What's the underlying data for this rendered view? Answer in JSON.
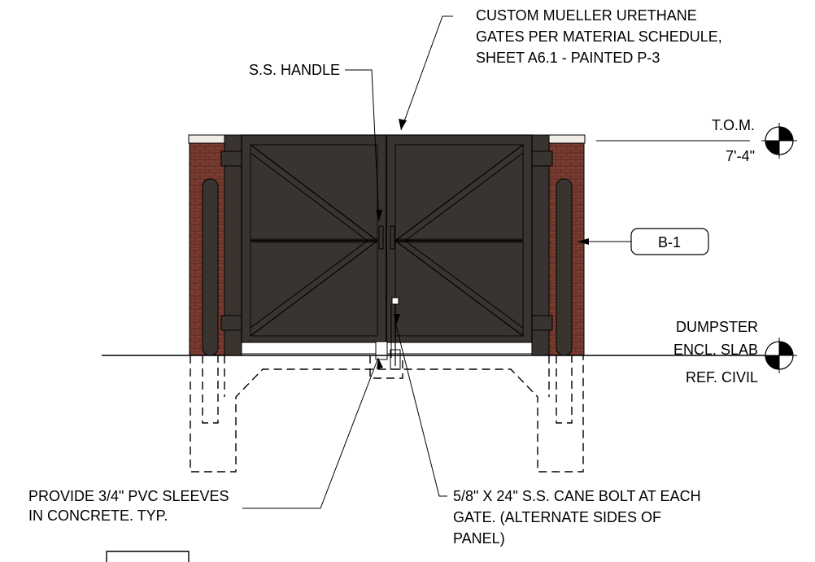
{
  "notes": {
    "gate_material": [
      "CUSTOM MUELLER URETHANE",
      "GATES PER MATERIAL SCHEDULE,",
      "SHEET A6.1 - PAINTED P-3"
    ],
    "handle": "S.S. HANDLE",
    "cane_bolt": [
      "5/8\" X 24\" S.S. CANE BOLT AT EACH",
      "GATE. (ALTERNATE SIDES OF",
      "PANEL)"
    ],
    "sleeves": [
      "PROVIDE 3/4\" PVC SLEEVES",
      "IN CONCRETE. TYP."
    ]
  },
  "elevations": {
    "top_of_masonry": {
      "label": "T.O.M.",
      "value": "7'-4\""
    },
    "slab": {
      "label": [
        "DUMPSTER",
        "ENCL. SLAB",
        "REF. CIVIL"
      ]
    }
  },
  "material_tag": "B-1",
  "colors": {
    "gate": "#3a3430",
    "brick": "#7a3b30",
    "cap": "#f0ede4",
    "line": "#000000"
  }
}
